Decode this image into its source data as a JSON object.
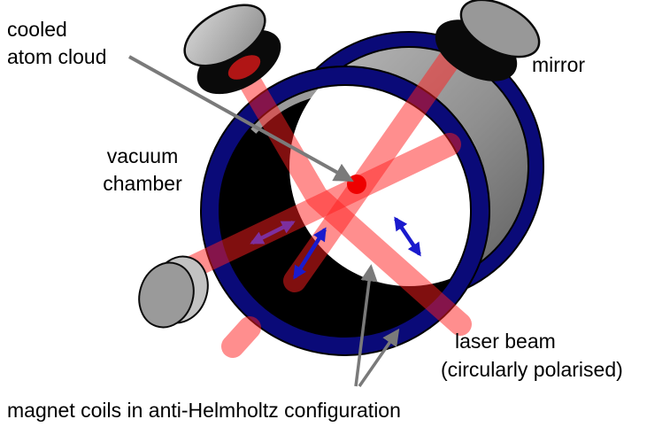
{
  "figure": {
    "type": "physics-diagram",
    "subject": "magneto-optical trap (MOT) with vacuum chamber, laser beams, mirrors and anti-Helmholtz magnet coils"
  },
  "labels": {
    "cooled_atom_cloud_line1": "cooled",
    "cooled_atom_cloud_line2": "atom cloud",
    "mirror": "mirror",
    "vacuum_chamber_line1": "vacuum",
    "vacuum_chamber_line2": "chamber",
    "laser_beam_line1": "laser beam",
    "laser_beam_line2": "(circularly polarised)",
    "magnet_coils": "magnet coils in anti-Helmholtz configuration"
  },
  "components": [
    "vacuum-chamber-cylinder",
    "front-magnet-coil-ring",
    "back-magnet-coil-ring",
    "cooled-atom-cloud-dot",
    "laser-beam-top-left",
    "laser-beam-top-right",
    "laser-beam-bottom-left",
    "mirror-top-left",
    "mirror-top-right",
    "mirror-bottom-left",
    "polarisation-arrow-purple",
    "polarisation-arrow-blue-lower",
    "polarisation-arrow-blue-right",
    "pointer-arrow-atom-cloud",
    "pointer-arrows-magnet-coils"
  ],
  "colors": {
    "background": "#ffffff",
    "coil_navy": "#0a0a78",
    "chamber_wall_light": "#b5b5b5",
    "chamber_wall_dark": "#6a6a6a",
    "chamber_shadow": "#000000",
    "laser_beam": "rgba(255,30,30,0.5)",
    "atom_cloud_red": "#ee0000",
    "mirror_gray": "#9a9a9a",
    "mirror_gray_light": "#c6c6c6",
    "pointer_gray": "#7a7a7a",
    "polarisation_blue": "#1a1acd",
    "polarisation_purple": "#7d2f9e",
    "text": "#000000"
  }
}
